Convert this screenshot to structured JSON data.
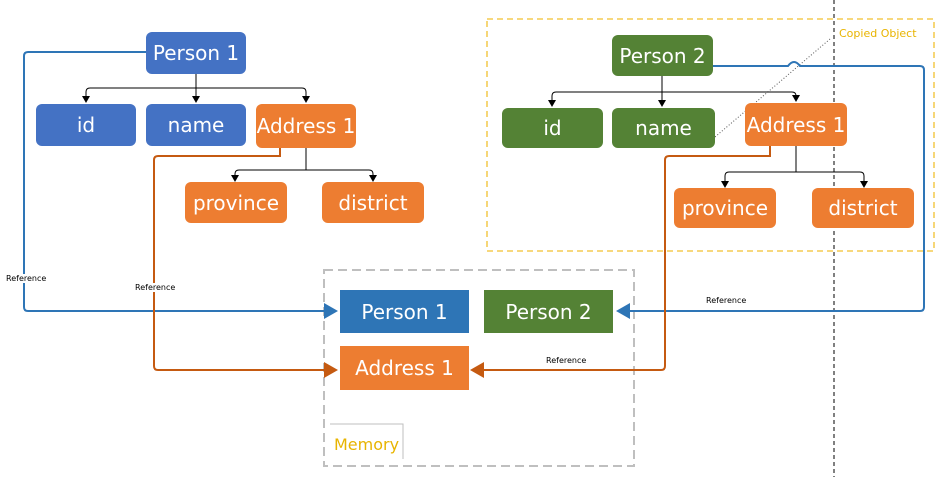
{
  "colors": {
    "person1_blue": "#4472c4",
    "person2_green": "#548235",
    "address_orange": "#ed7d31",
    "memory_person1_blue": "#2e75b6",
    "copied_border_yellow": "#f2c12e",
    "memory_border_gray": "#bfbfbf",
    "ref_line_blue": "#2e75b6",
    "ref_line_orange": "#c55a11"
  },
  "original_object": {
    "root": "Person 1",
    "fields": {
      "id": "id",
      "name": "name",
      "address": "Address 1"
    },
    "address_fields": {
      "province": "province",
      "district": "district"
    }
  },
  "copied_object": {
    "label": "Copied Object",
    "root": "Person 2",
    "fields": {
      "id": "id",
      "name": "name",
      "address": "Address 1"
    },
    "address_fields": {
      "province": "province",
      "district": "district"
    }
  },
  "memory": {
    "label": "Memory",
    "person1": "Person 1",
    "person2": "Person 2",
    "address1": "Address 1"
  },
  "references": {
    "person1_ref": "Reference",
    "address1_ref": "Reference",
    "person2_ref": "Reference",
    "address1_copy_ref": "Reference"
  }
}
